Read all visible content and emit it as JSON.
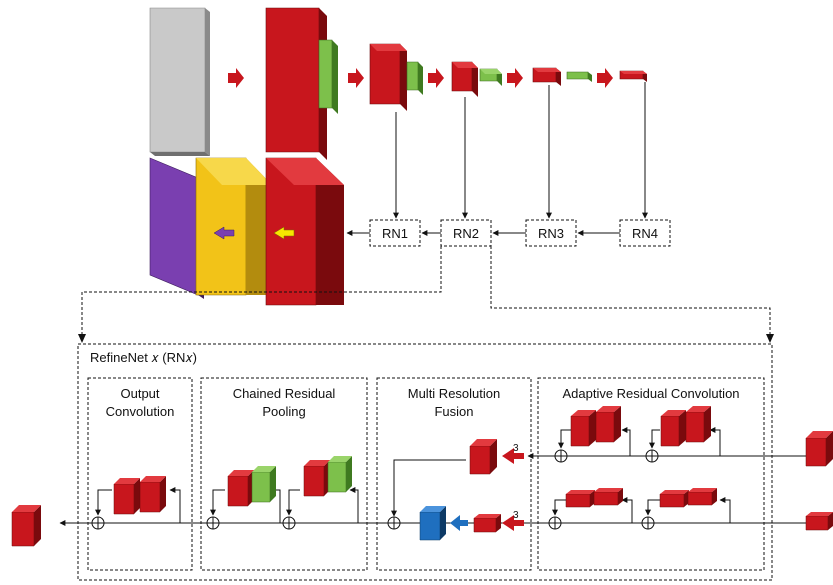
{
  "refine_blocks": [
    "RN1",
    "RN2",
    "RN3",
    "RN4"
  ],
  "detail": {
    "title": "RefineNet 𝑥 (RN𝑥)",
    "sections": {
      "output_convolution": [
        "Output",
        "Convolution"
      ],
      "chained_residual_pooling": [
        "Chained Residual",
        "Pooling"
      ],
      "multi_resolution_fusion": [
        "Multi Resolution",
        "Fusion"
      ],
      "adaptive_residual_convolution": [
        "Adaptive Residual  Convolution"
      ]
    },
    "fusion_scale_labels": [
      "3",
      "3"
    ]
  },
  "colors": {
    "feature_red": "#c8161d",
    "pool_green": "#7dc04b",
    "input_gray": "#c9c9c9",
    "output_purple": "#7a3fb0",
    "yellow": "#f2c318",
    "blue": "#1f6fbf",
    "arrow_red": "#c8161d",
    "arrow_purple": "#7a3fb0",
    "arrow_yellow": "#f7e600",
    "arrow_blue": "#1f6fbf"
  }
}
